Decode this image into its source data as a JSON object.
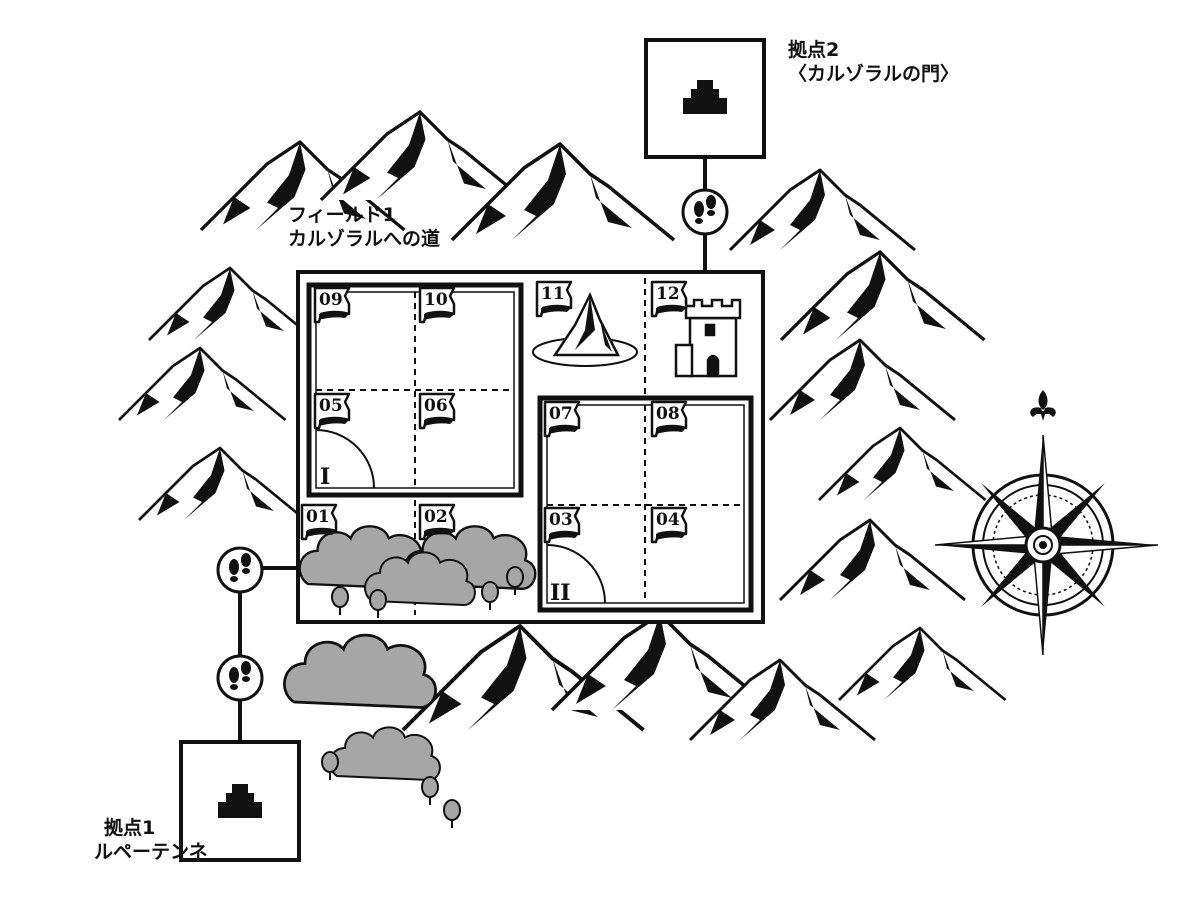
{
  "bases": [
    {
      "name": "拠点2",
      "subtitle": "〈カルゾラルの門〉"
    },
    {
      "name": "拠点1",
      "subtitle": "ルペーテンネ"
    }
  ],
  "field": {
    "name": "フィールド1",
    "subtitle": "カルゾラルへの道"
  },
  "sections": [
    {
      "numeral": "I"
    },
    {
      "numeral": "II"
    }
  ],
  "tiles": [
    {
      "number": "09"
    },
    {
      "number": "10"
    },
    {
      "number": "11"
    },
    {
      "number": "12"
    },
    {
      "number": "05"
    },
    {
      "number": "06"
    },
    {
      "number": "07"
    },
    {
      "number": "08"
    },
    {
      "number": "01"
    },
    {
      "number": "02"
    },
    {
      "number": "03"
    },
    {
      "number": "04"
    }
  ],
  "icons": {
    "base": "castle-block-icon",
    "footsteps": "footprints-icon",
    "compass": "compass-rose-icon",
    "flag": "tile-flag-icon",
    "mountain": "mountain-icon",
    "forest": "forest-icon",
    "tower": "tower-icon"
  },
  "colors": {
    "ink": "#111111",
    "forest_fill": "#a6a6a6",
    "paper": "#ffffff"
  }
}
